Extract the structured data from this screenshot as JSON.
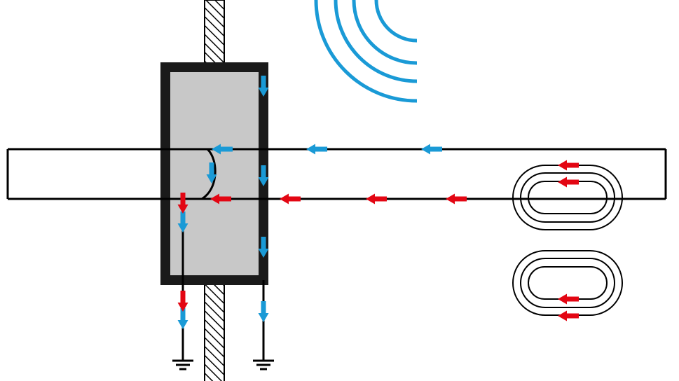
{
  "colors": {
    "background": "#ffffff",
    "line": "#000000",
    "box_fill": "#c8c8c8",
    "box_border": "#1a1a1a",
    "wave": "#1a9ad6",
    "arrow_blue": "#1a9ad6",
    "arrow_red": "#e30613",
    "hatch": "#000000"
  },
  "elements": {
    "radiation_waves": {
      "icon": "radio-wave-arcs"
    },
    "shield_enclosure": {
      "icon": "shielded-box"
    },
    "cable": {
      "icon": "cable-conductor"
    },
    "common_mode_current": {
      "icon": "arrow-blue",
      "direction": "left"
    },
    "differential_current": {
      "icon": "arrow-red",
      "direction": "left"
    },
    "current_loop_upper": {
      "icon": "current-loop"
    },
    "current_loop_lower": {
      "icon": "current-loop"
    },
    "ground_symbols": {
      "icon": "ground-symbol",
      "count": 2
    },
    "wall": {
      "icon": "hatched-wall"
    }
  }
}
